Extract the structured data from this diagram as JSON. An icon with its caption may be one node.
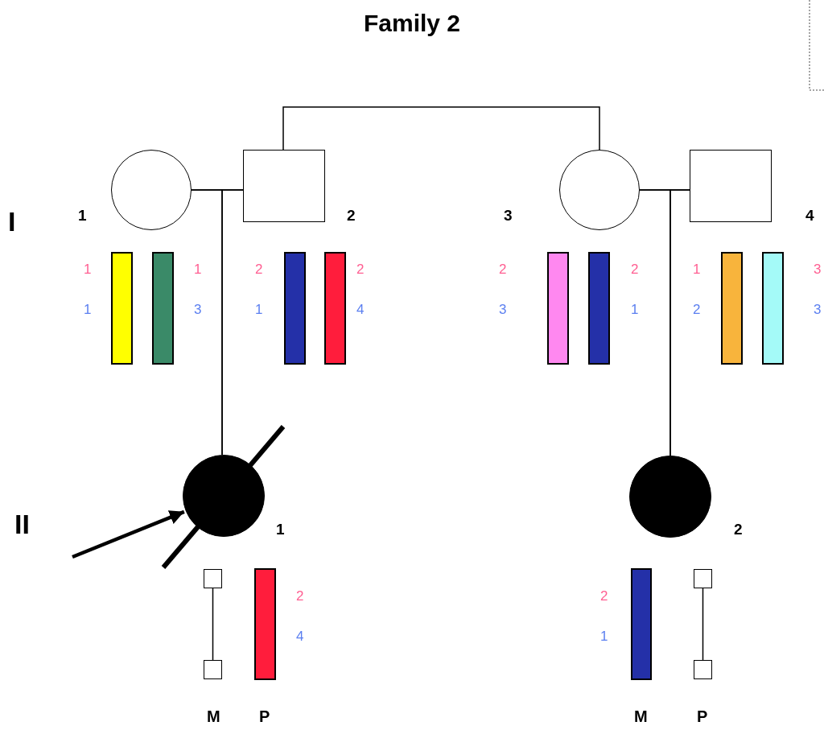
{
  "diagram": {
    "title": "Family 2",
    "nodes": [
      {
        "text": [],
        "shape": "circle",
        "beside": [
          "1"
        ]
      },
      {
        "text": [],
        "shape": "box",
        "beside": [
          "2"
        ]
      },
      {
        "text": [],
        "shape": "circle",
        "beside": [
          "3"
        ]
      },
      {
        "text": [],
        "shape": "box",
        "beside": [
          "4"
        ]
      },
      {
        "text": [],
        "shape": "bar",
        "beside": [
          "1",
          "1"
        ]
      },
      {
        "text": [],
        "shape": "bar",
        "beside": [
          "1",
          "3"
        ]
      },
      {
        "text": [],
        "shape": "bar",
        "beside": [
          "2",
          "1"
        ]
      },
      {
        "text": [],
        "shape": "bar",
        "beside": [
          "2",
          "4"
        ]
      },
      {
        "text": [],
        "shape": "bar",
        "beside": [
          "2",
          "3"
        ]
      },
      {
        "text": [],
        "shape": "bar",
        "beside": [
          "2",
          "1"
        ]
      },
      {
        "text": [],
        "shape": "bar",
        "beside": [
          "1",
          "2"
        ]
      },
      {
        "text": [],
        "shape": "bar",
        "beside": [
          "3",
          "3"
        ]
      },
      {
        "text": [],
        "shape": "circle",
        "beside": [
          "1"
        ]
      },
      {
        "text": [],
        "shape": "circle",
        "beside": [
          "2"
        ]
      },
      {
        "text": [],
        "shape": "box"
      },
      {
        "text": [],
        "shape": "bar",
        "beside": [
          "2",
          "4"
        ]
      },
      {
        "text": [],
        "shape": "bar",
        "beside": [
          "2",
          "1"
        ]
      },
      {
        "text": [],
        "shape": "box"
      },
      {
        "text": [],
        "shape": "box"
      },
      {
        "text": [],
        "shape": "box"
      }
    ],
    "edges": [
      {
        "from": 1,
        "to": 2,
        "arrow": "none"
      },
      {
        "from": 0,
        "to": 1,
        "arrow": "none"
      },
      {
        "from": 2,
        "to": 3,
        "arrow": "none"
      },
      {
        "from": 0,
        "to": 12,
        "arrow": "none"
      },
      {
        "from": 1,
        "to": 12,
        "arrow": "none"
      },
      {
        "from": 2,
        "to": 13,
        "arrow": "none"
      },
      {
        "from": 3,
        "to": 13,
        "arrow": "none"
      },
      {
        "from": null,
        "to": 12,
        "arrow": "to",
        "style": "thick"
      },
      {
        "from": 14,
        "to": 18,
        "arrow": "none"
      },
      {
        "from": 17,
        "to": 19,
        "arrow": "none"
      }
    ],
    "labels": [
      "I",
      "II",
      "M",
      "P",
      "M",
      "P"
    ]
  }
}
